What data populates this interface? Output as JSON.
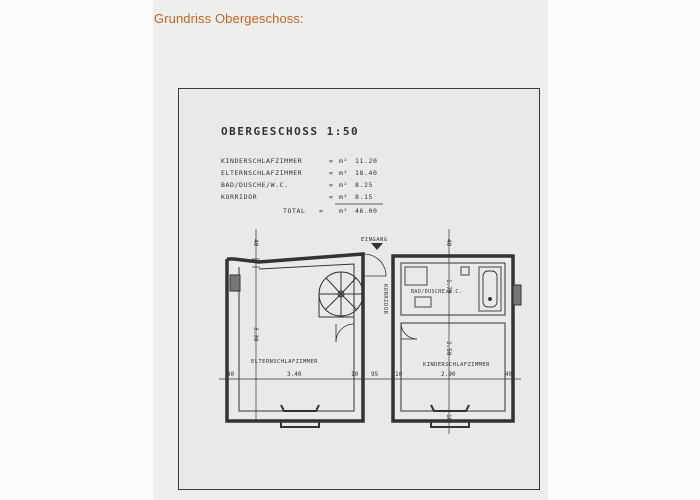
{
  "header": {
    "title": "Grundriss Obergeschoss:"
  },
  "plan": {
    "title": "OBERGESCHOSS 1:50",
    "areas": [
      {
        "room": "KINDERSCHLAFZIMMER",
        "eq": "=",
        "unit": "m²",
        "value": "11.20"
      },
      {
        "room": "ELTERNSCHLAFZIMMER",
        "eq": "=",
        "unit": "m²",
        "value": "18.40"
      },
      {
        "room": "BAD/DUSCHE/W.C.",
        "eq": "=",
        "unit": "m²",
        "value": "8.25"
      },
      {
        "room": "KORRIDOR",
        "eq": "=",
        "unit": "m²",
        "value": "8.15"
      }
    ],
    "total": {
      "label": "TOTAL",
      "eq": "=",
      "unit": "m²",
      "value": "46.00"
    },
    "labels": {
      "entrance": "EINGANG",
      "bath": "BAD/DUSCHE/W.C.",
      "corridor": "KORRIDOR",
      "parents": "ELTERNSCHLAFZIMMER",
      "kids": "KINDERSCHLAFZIMMER"
    },
    "dimensions": {
      "d1": "40",
      "d2": "3.30",
      "d3": "40",
      "d4": "3.40",
      "d5": "10",
      "d6": "95",
      "d7": "10",
      "d8": "2.90",
      "d9": "40",
      "d10": "1.70",
      "d11": "2.50",
      "d12": "10",
      "d13": "40"
    }
  }
}
